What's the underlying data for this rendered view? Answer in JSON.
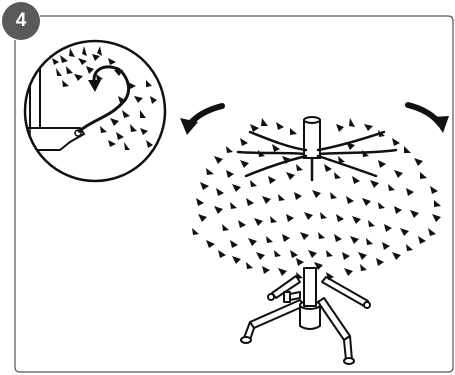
{
  "step": {
    "number": "4",
    "badge_color": "#595959",
    "frame_color": "#555555"
  },
  "icons": {
    "badge": "step-number-badge",
    "detail": "magnified-branch-hinge-detail",
    "tree": "christmas-tree-on-stand",
    "rotate_left": "curved-arrow-left-icon",
    "rotate_right": "curved-arrow-right-icon"
  }
}
